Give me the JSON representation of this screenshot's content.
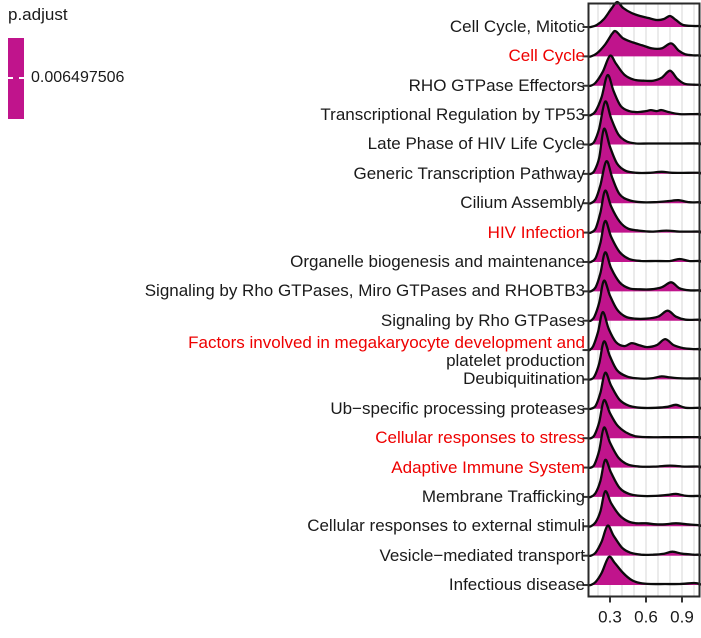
{
  "legend": {
    "title": "p.adjust",
    "value": "0.006497506",
    "bar_color": "#c0148c"
  },
  "chart_data": {
    "type": "ridgeline",
    "title": "",
    "xlabel": "",
    "ylabel": "",
    "x_axis": {
      "ticks": [
        0.3,
        0.6,
        0.9
      ],
      "tick_labels": [
        "0.3",
        "0.6",
        "0.9"
      ],
      "range": [
        0.117,
        1.05
      ],
      "gridlines": [
        0.2,
        0.3,
        0.4,
        0.5,
        0.6,
        0.7,
        0.8,
        0.9,
        1.0
      ]
    },
    "legend_position": "top-left",
    "p_adjust_value": 0.006497506,
    "colors": {
      "ridge_fill": "#c0148c",
      "ridge_stroke": "#0b0b0b",
      "highlight_label": "#ee0000",
      "label": "#1a1a1a",
      "grid": "#e0e0e0",
      "axis": "#333333"
    },
    "categories": [
      {
        "label": "Cell Cycle, Mitotic",
        "highlighted": false,
        "density": [
          [
            0.14,
            0
          ],
          [
            0.19,
            2
          ],
          [
            0.25,
            8
          ],
          [
            0.31,
            18
          ],
          [
            0.36,
            25
          ],
          [
            0.41,
            19
          ],
          [
            0.48,
            14
          ],
          [
            0.55,
            11
          ],
          [
            0.62,
            9
          ],
          [
            0.69,
            7
          ],
          [
            0.75,
            8
          ],
          [
            0.8,
            11
          ],
          [
            0.85,
            7
          ],
          [
            0.91,
            2
          ],
          [
            1.0,
            1
          ],
          [
            1.05,
            1
          ]
        ]
      },
      {
        "label": "Cell Cycle",
        "highlighted": true,
        "density": [
          [
            0.14,
            0
          ],
          [
            0.19,
            3
          ],
          [
            0.26,
            12
          ],
          [
            0.32,
            23
          ],
          [
            0.35,
            25
          ],
          [
            0.41,
            18
          ],
          [
            0.49,
            14
          ],
          [
            0.57,
            11
          ],
          [
            0.65,
            8
          ],
          [
            0.73,
            8
          ],
          [
            0.81,
            13
          ],
          [
            0.87,
            6
          ],
          [
            0.93,
            2
          ],
          [
            1.0,
            1
          ],
          [
            1.05,
            1
          ]
        ]
      },
      {
        "label": "RHO GTPase Effectors",
        "highlighted": false,
        "density": [
          [
            0.14,
            0
          ],
          [
            0.18,
            3
          ],
          [
            0.24,
            14
          ],
          [
            0.3,
            30
          ],
          [
            0.35,
            22
          ],
          [
            0.42,
            11
          ],
          [
            0.5,
            6
          ],
          [
            0.58,
            5
          ],
          [
            0.66,
            5
          ],
          [
            0.73,
            8
          ],
          [
            0.8,
            15
          ],
          [
            0.86,
            7
          ],
          [
            0.92,
            2
          ],
          [
            1.0,
            1
          ],
          [
            1.05,
            1
          ]
        ]
      },
      {
        "label": "Transcriptional Regulation by TP53",
        "highlighted": false,
        "density": [
          [
            0.14,
            0
          ],
          [
            0.18,
            4
          ],
          [
            0.23,
            18
          ],
          [
            0.28,
            40
          ],
          [
            0.33,
            24
          ],
          [
            0.39,
            9
          ],
          [
            0.46,
            4
          ],
          [
            0.53,
            3
          ],
          [
            0.6,
            4
          ],
          [
            0.64,
            5
          ],
          [
            0.69,
            4
          ],
          [
            0.73,
            5
          ],
          [
            0.79,
            3
          ],
          [
            0.88,
            1
          ],
          [
            1.0,
            1
          ],
          [
            1.05,
            1
          ]
        ]
      },
      {
        "label": "Late Phase of HIV Life Cycle",
        "highlighted": false,
        "density": [
          [
            0.14,
            0
          ],
          [
            0.17,
            3
          ],
          [
            0.21,
            16
          ],
          [
            0.26,
            43
          ],
          [
            0.31,
            26
          ],
          [
            0.37,
            10
          ],
          [
            0.44,
            3
          ],
          [
            0.52,
            1
          ],
          [
            0.62,
            1
          ],
          [
            0.75,
            1
          ],
          [
            0.9,
            1
          ],
          [
            1.05,
            1
          ]
        ]
      },
      {
        "label": "Generic Transcription Pathway",
        "highlighted": false,
        "density": [
          [
            0.14,
            0
          ],
          [
            0.17,
            3
          ],
          [
            0.21,
            16
          ],
          [
            0.25,
            45
          ],
          [
            0.3,
            27
          ],
          [
            0.36,
            10
          ],
          [
            0.43,
            3
          ],
          [
            0.52,
            1
          ],
          [
            0.63,
            1
          ],
          [
            0.73,
            2
          ],
          [
            0.82,
            1
          ],
          [
            0.95,
            1
          ],
          [
            1.05,
            1
          ]
        ]
      },
      {
        "label": "Cilium Assembly",
        "highlighted": false,
        "density": [
          [
            0.14,
            0
          ],
          [
            0.18,
            4
          ],
          [
            0.22,
            18
          ],
          [
            0.27,
            42
          ],
          [
            0.32,
            25
          ],
          [
            0.38,
            9
          ],
          [
            0.46,
            3
          ],
          [
            0.56,
            1
          ],
          [
            0.67,
            1
          ],
          [
            0.78,
            2
          ],
          [
            0.87,
            3
          ],
          [
            0.96,
            1
          ],
          [
            1.05,
            1
          ]
        ]
      },
      {
        "label": "HIV Infection",
        "highlighted": true,
        "density": [
          [
            0.14,
            0
          ],
          [
            0.18,
            4
          ],
          [
            0.22,
            20
          ],
          [
            0.26,
            42
          ],
          [
            0.31,
            26
          ],
          [
            0.38,
            11
          ],
          [
            0.45,
            4
          ],
          [
            0.54,
            2
          ],
          [
            0.65,
            1
          ],
          [
            0.77,
            2
          ],
          [
            0.88,
            1
          ],
          [
            1.05,
            1
          ]
        ]
      },
      {
        "label": "Organelle biogenesis and maintenance",
        "highlighted": false,
        "density": [
          [
            0.14,
            0
          ],
          [
            0.18,
            4
          ],
          [
            0.22,
            19
          ],
          [
            0.26,
            41
          ],
          [
            0.31,
            25
          ],
          [
            0.38,
            10
          ],
          [
            0.46,
            3
          ],
          [
            0.56,
            1
          ],
          [
            0.68,
            1
          ],
          [
            0.8,
            1
          ],
          [
            0.88,
            3
          ],
          [
            0.96,
            1
          ],
          [
            1.05,
            1
          ]
        ]
      },
      {
        "label": "Signaling by Rho GTPases, Miro GTPases and RHOBTB3",
        "highlighted": false,
        "density": [
          [
            0.14,
            0
          ],
          [
            0.18,
            4
          ],
          [
            0.22,
            18
          ],
          [
            0.26,
            39
          ],
          [
            0.31,
            23
          ],
          [
            0.38,
            9
          ],
          [
            0.46,
            3
          ],
          [
            0.55,
            2
          ],
          [
            0.64,
            2
          ],
          [
            0.73,
            4
          ],
          [
            0.81,
            9
          ],
          [
            0.88,
            3
          ],
          [
            0.96,
            1
          ],
          [
            1.05,
            1
          ]
        ]
      },
      {
        "label": "Signaling by Rho GTPases",
        "highlighted": false,
        "density": [
          [
            0.14,
            0
          ],
          [
            0.17,
            4
          ],
          [
            0.21,
            18
          ],
          [
            0.25,
            40
          ],
          [
            0.3,
            25
          ],
          [
            0.36,
            11
          ],
          [
            0.43,
            4
          ],
          [
            0.51,
            2
          ],
          [
            0.6,
            2
          ],
          [
            0.7,
            4
          ],
          [
            0.78,
            10
          ],
          [
            0.85,
            4
          ],
          [
            0.93,
            1
          ],
          [
            1.05,
            1
          ]
        ]
      },
      {
        "label": "Factors involved in megakaryocyte development and",
        "label2": "platelet production",
        "highlighted": true,
        "density": [
          [
            0.13,
            0
          ],
          [
            0.16,
            4
          ],
          [
            0.2,
            18
          ],
          [
            0.24,
            38
          ],
          [
            0.29,
            21
          ],
          [
            0.35,
            8
          ],
          [
            0.42,
            4
          ],
          [
            0.48,
            7
          ],
          [
            0.54,
            5
          ],
          [
            0.61,
            3
          ],
          [
            0.69,
            5
          ],
          [
            0.76,
            11
          ],
          [
            0.83,
            5
          ],
          [
            0.91,
            2
          ],
          [
            1.0,
            1
          ],
          [
            1.05,
            1
          ]
        ]
      },
      {
        "label": "Deubiquitination",
        "highlighted": false,
        "density": [
          [
            0.14,
            0
          ],
          [
            0.17,
            3
          ],
          [
            0.21,
            16
          ],
          [
            0.25,
            38
          ],
          [
            0.3,
            23
          ],
          [
            0.36,
            9
          ],
          [
            0.44,
            3
          ],
          [
            0.53,
            1
          ],
          [
            0.64,
            1
          ],
          [
            0.73,
            3
          ],
          [
            0.8,
            2
          ],
          [
            0.9,
            1
          ],
          [
            1.05,
            1
          ]
        ]
      },
      {
        "label": "Ub−specific processing proteases",
        "highlighted": false,
        "density": [
          [
            0.14,
            0
          ],
          [
            0.18,
            3
          ],
          [
            0.22,
            16
          ],
          [
            0.26,
            36
          ],
          [
            0.31,
            23
          ],
          [
            0.38,
            9
          ],
          [
            0.46,
            3
          ],
          [
            0.56,
            1
          ],
          [
            0.68,
            1
          ],
          [
            0.78,
            2
          ],
          [
            0.85,
            4
          ],
          [
            0.93,
            1
          ],
          [
            1.05,
            1
          ]
        ]
      },
      {
        "label": "Cellular responses to stress",
        "highlighted": true,
        "density": [
          [
            0.14,
            0
          ],
          [
            0.17,
            3
          ],
          [
            0.21,
            16
          ],
          [
            0.25,
            38
          ],
          [
            0.3,
            25
          ],
          [
            0.36,
            13
          ],
          [
            0.43,
            6
          ],
          [
            0.51,
            2
          ],
          [
            0.62,
            1
          ],
          [
            0.75,
            1
          ],
          [
            0.9,
            1
          ],
          [
            1.05,
            1
          ]
        ]
      },
      {
        "label": "Adaptive Immune System",
        "highlighted": true,
        "density": [
          [
            0.14,
            0
          ],
          [
            0.17,
            3
          ],
          [
            0.21,
            17
          ],
          [
            0.25,
            40
          ],
          [
            0.3,
            25
          ],
          [
            0.37,
            10
          ],
          [
            0.45,
            3
          ],
          [
            0.55,
            1
          ],
          [
            0.68,
            1
          ],
          [
            0.8,
            2
          ],
          [
            0.92,
            1
          ],
          [
            1.05,
            1
          ]
        ]
      },
      {
        "label": "Membrane Trafficking",
        "highlighted": false,
        "density": [
          [
            0.14,
            0
          ],
          [
            0.18,
            4
          ],
          [
            0.22,
            16
          ],
          [
            0.26,
            37
          ],
          [
            0.31,
            24
          ],
          [
            0.38,
            9
          ],
          [
            0.46,
            3
          ],
          [
            0.56,
            1
          ],
          [
            0.68,
            1
          ],
          [
            0.78,
            2
          ],
          [
            0.85,
            3
          ],
          [
            0.94,
            1
          ],
          [
            1.05,
            1
          ]
        ]
      },
      {
        "label": "Cellular responses to external stimuli",
        "highlighted": false,
        "density": [
          [
            0.14,
            0
          ],
          [
            0.18,
            4
          ],
          [
            0.22,
            15
          ],
          [
            0.26,
            35
          ],
          [
            0.31,
            23
          ],
          [
            0.38,
            11
          ],
          [
            0.45,
            5
          ],
          [
            0.52,
            3
          ],
          [
            0.6,
            3
          ],
          [
            0.68,
            2
          ],
          [
            0.76,
            2
          ],
          [
            0.85,
            3
          ],
          [
            0.94,
            2
          ],
          [
            1.05,
            1
          ]
        ]
      },
      {
        "label": "Vesicle−mediated transport",
        "highlighted": false,
        "density": [
          [
            0.14,
            0
          ],
          [
            0.18,
            3
          ],
          [
            0.23,
            14
          ],
          [
            0.28,
            30
          ],
          [
            0.33,
            20
          ],
          [
            0.4,
            8
          ],
          [
            0.47,
            3
          ],
          [
            0.56,
            1
          ],
          [
            0.66,
            1
          ],
          [
            0.75,
            2
          ],
          [
            0.82,
            4
          ],
          [
            0.9,
            2
          ],
          [
            1.0,
            1
          ],
          [
            1.05,
            1
          ]
        ]
      },
      {
        "label": "Infectious disease",
        "highlighted": false,
        "density": [
          [
            0.14,
            0
          ],
          [
            0.18,
            3
          ],
          [
            0.23,
            12
          ],
          [
            0.29,
            28
          ],
          [
            0.34,
            22
          ],
          [
            0.41,
            12
          ],
          [
            0.48,
            5
          ],
          [
            0.55,
            2
          ],
          [
            0.64,
            1
          ],
          [
            0.76,
            1
          ],
          [
            0.88,
            1
          ],
          [
            1.0,
            2
          ],
          [
            1.05,
            1
          ]
        ]
      }
    ]
  }
}
